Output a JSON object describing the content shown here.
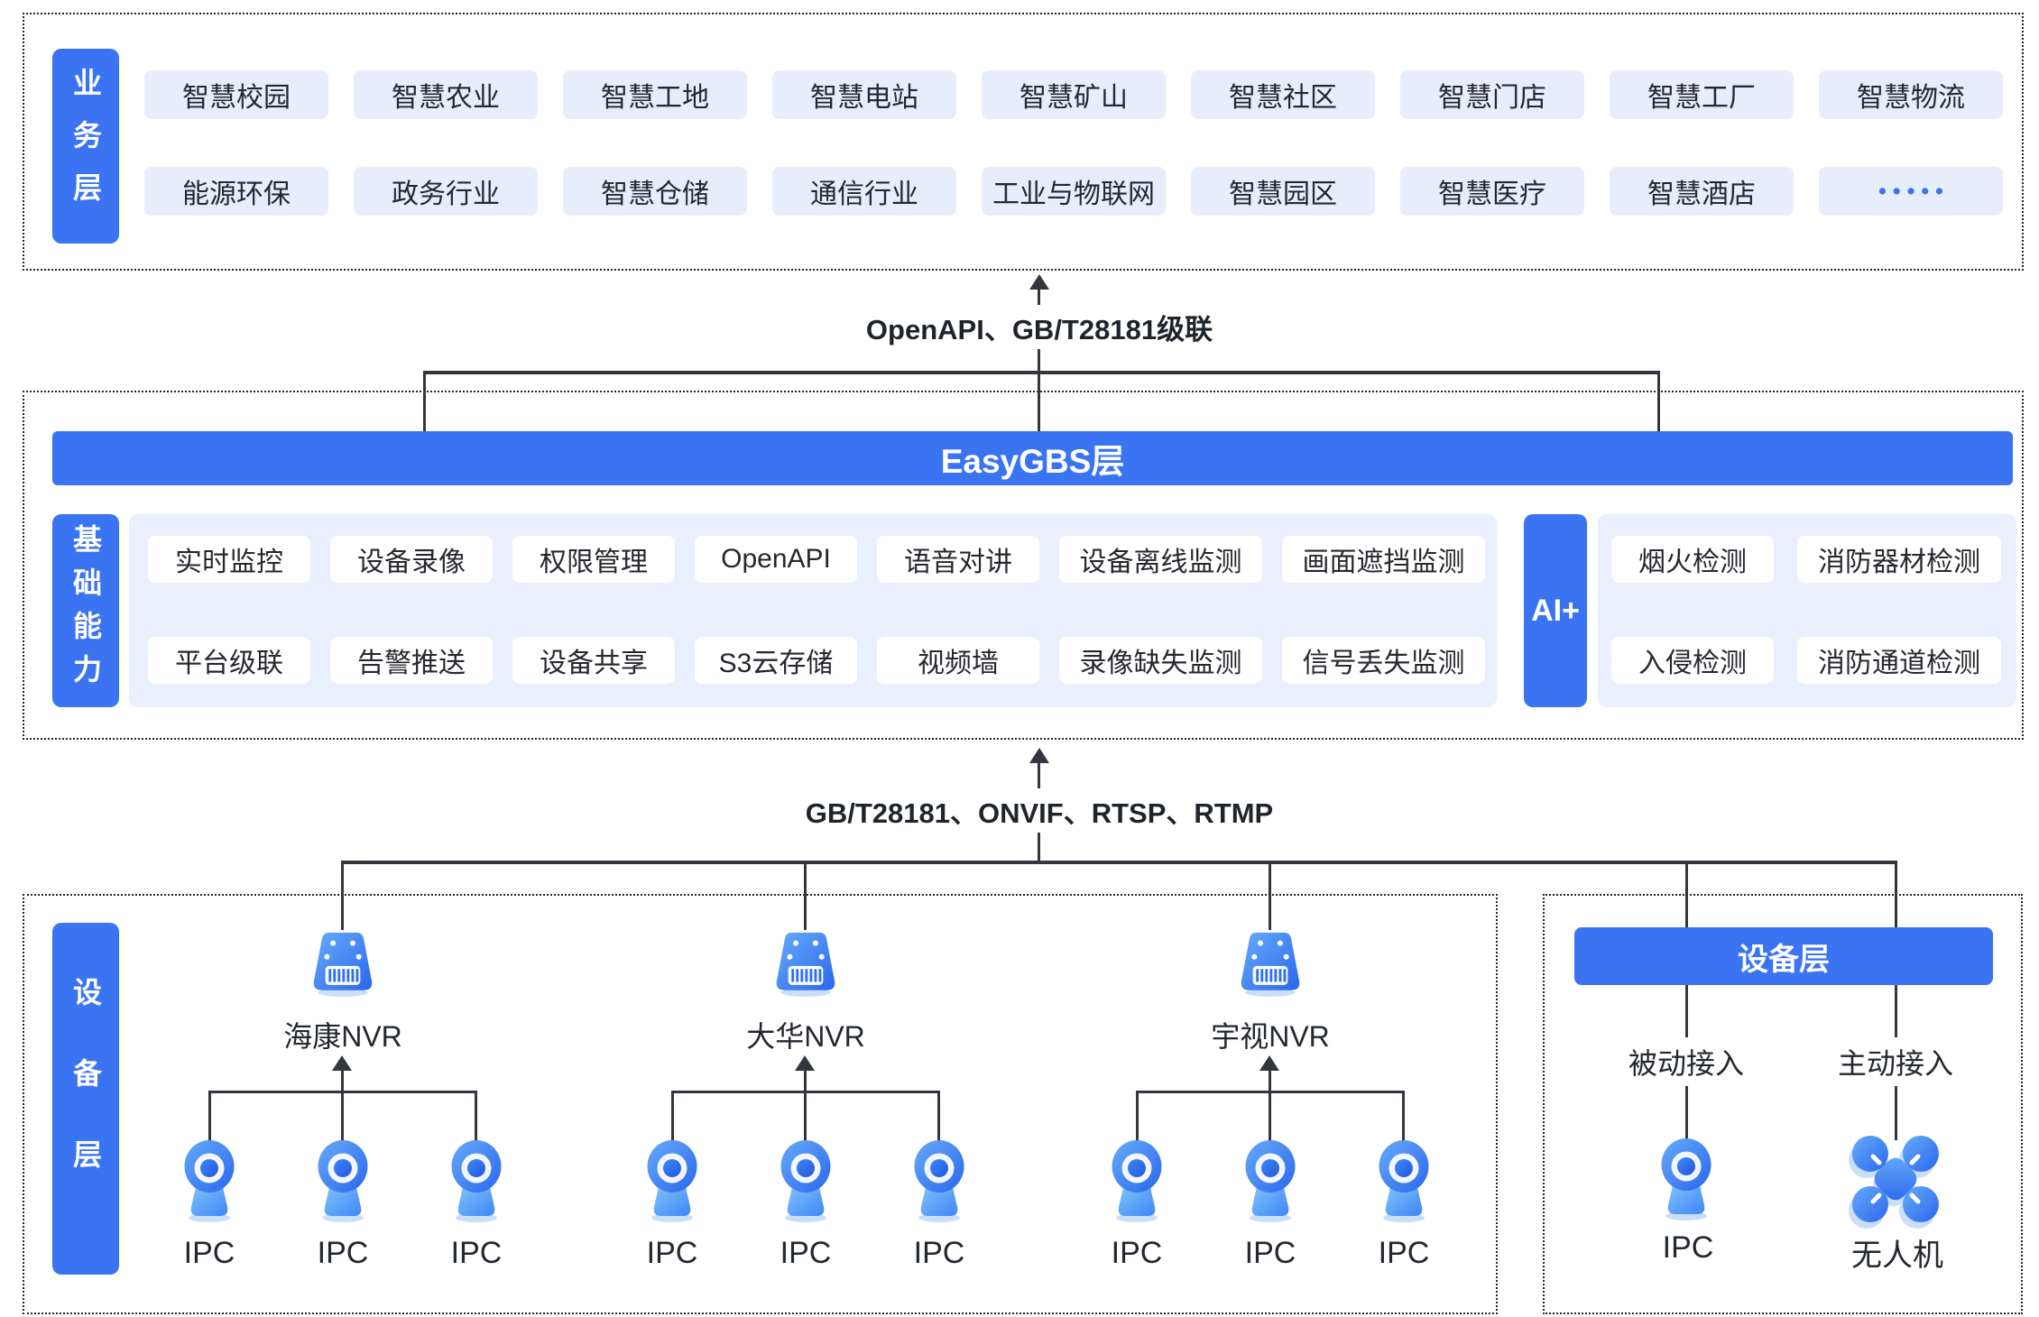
{
  "layers": {
    "business": {
      "label": "业务层",
      "chips_row1": [
        "智慧校园",
        "智慧农业",
        "智慧工地",
        "智慧电站",
        "智慧矿山",
        "智慧社区",
        "智慧门店",
        "智慧工厂",
        "智慧物流"
      ],
      "chips_row2": [
        "能源环保",
        "政务行业",
        "智慧仓储",
        "通信行业",
        "工业与物联网",
        "智慧园区",
        "智慧医疗",
        "智慧酒店",
        "•••••"
      ]
    },
    "easygbs": {
      "title": "EasyGBS层",
      "capability": {
        "label": "基础能力",
        "chips_row1": [
          "实时监控",
          "设备录像",
          "权限管理",
          "OpenAPI",
          "语音对讲",
          "设备离线监测",
          "画面遮挡监测"
        ],
        "chips_row2": [
          "平台级联",
          "告警推送",
          "设备共享",
          "S3云存储",
          "视频墙",
          "录像缺失监测",
          "信号丢失监测"
        ]
      },
      "ai": {
        "label": "AI+",
        "chips_row1": [
          "烟火检测",
          "消防器材检测"
        ],
        "chips_row2": [
          "入侵检测",
          "消防通道检测"
        ]
      }
    },
    "device": {
      "label": "设备层",
      "nvr_groups": [
        {
          "name": "海康NVR",
          "ipcs": [
            "IPC",
            "IPC",
            "IPC"
          ]
        },
        {
          "name": "大华NVR",
          "ipcs": [
            "IPC",
            "IPC",
            "IPC"
          ]
        },
        {
          "name": "宇视NVR",
          "ipcs": [
            "IPC",
            "IPC",
            "IPC"
          ]
        }
      ],
      "direct_panel": {
        "title": "设备层",
        "passive": {
          "label": "被动接入",
          "device": "IPC"
        },
        "active": {
          "label": "主动接入",
          "device": "无人机"
        }
      }
    }
  },
  "connectors": {
    "business_link": "OpenAPI、GB/T28181级联",
    "device_link": "GB/T28181、ONVIF、RTSP、RTMP"
  },
  "icons": {
    "nvr": "nvr-device-icon",
    "camera": "ipc-camera-icon",
    "drone": "drone-icon"
  },
  "colors": {
    "accent_blue": "#3A74F2",
    "chip_light": "#E8EDFB",
    "panel_light": "#E9EFFC",
    "line_dark": "#33373d"
  }
}
